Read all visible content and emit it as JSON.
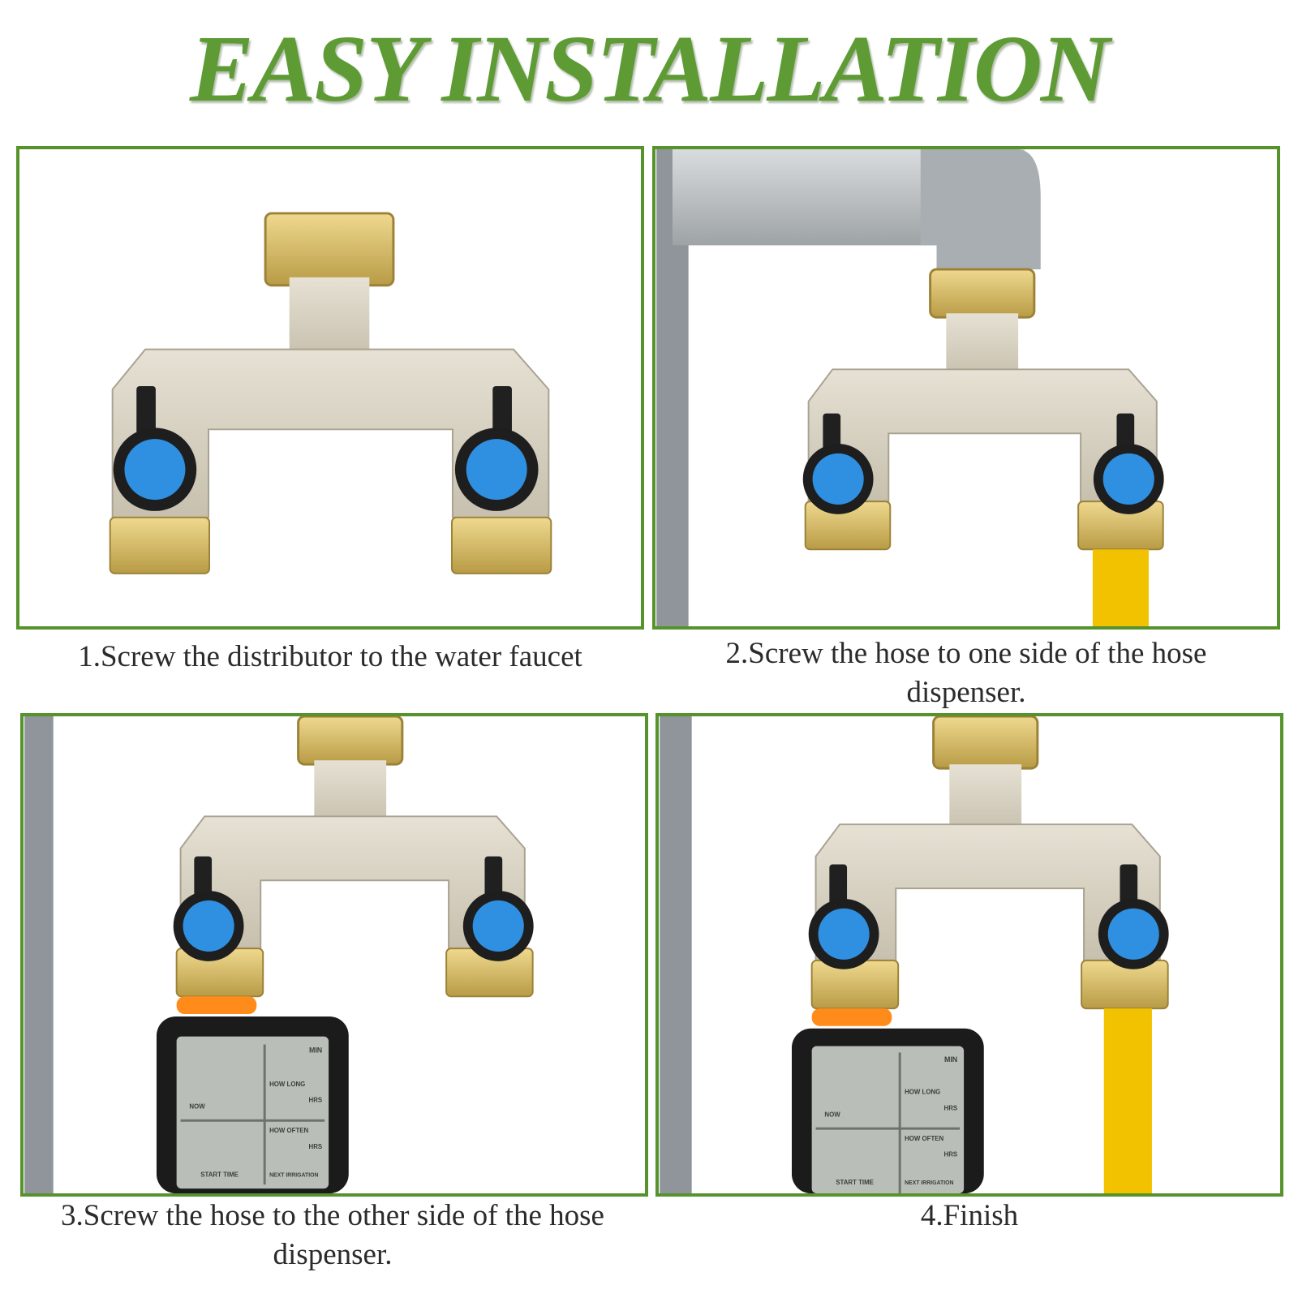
{
  "header": {
    "title": "EASY INSTALLATION"
  },
  "colors": {
    "title_green": "#5e9b35",
    "panel_border": "#56932d",
    "body_metal": "#d7d2c5",
    "brass": "#d8c27a",
    "valve_blue": "#2f8fe0",
    "hose_yellow": "#f2c200"
  },
  "steps": [
    {
      "caption": "1.Screw the distributor to the water faucet"
    },
    {
      "caption": "2.Screw the hose to one side of the hose dispenser."
    },
    {
      "caption": "3.Screw the hose to the other side of the hose dispenser."
    },
    {
      "caption": "4.Finish"
    }
  ],
  "timer_display": {
    "labels": [
      "MIN",
      "HOW LONG",
      "HRS",
      "NOW",
      "HOW OFTEN",
      "HRS",
      "START TIME",
      "NEXT IRRIGATION"
    ]
  }
}
